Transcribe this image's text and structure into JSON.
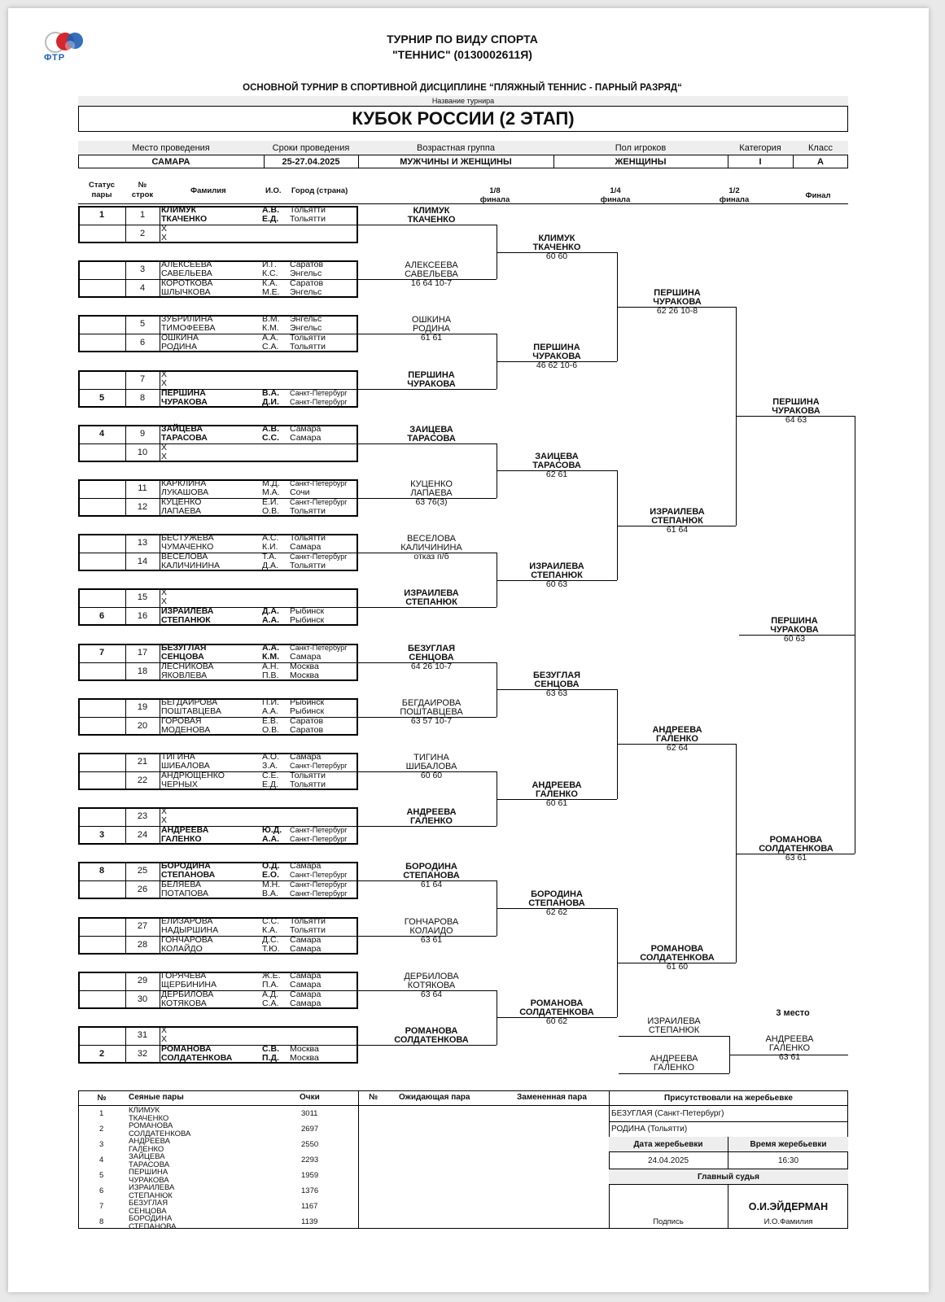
{
  "header": {
    "logo_text": "ФТР",
    "title_line1": "ТУРНИР ПО ВИДУ СПОРТА",
    "title_line2": "\"ТЕННИС\" (0130002611Я)",
    "subtitle": "ОСНОВНОЙ ТУРНИР В СПОРТИВНОЙ ДИСЦИПЛИНЕ “ПЛЯЖНЫЙ ТЕННИС - ПАРНЫЙ РАЗРЯД“",
    "tournament_caption": "Название турнира",
    "tournament_name": "КУБОК РОССИИ (2 ЭТАП)"
  },
  "info": {
    "labels": [
      "Место проведения",
      "Сроки проведения",
      "Возрастная группа",
      "Пол игроков",
      "Категория",
      "Класс"
    ],
    "values": [
      "САМАРА",
      "25-27.04.2025",
      "МУЖЧИНЫ И ЖЕНЩИНЫ",
      "ЖЕНЩИНЫ",
      "I",
      "A"
    ]
  },
  "columns": {
    "status": [
      "Статус",
      "пары"
    ],
    "num": [
      "№",
      "строк"
    ],
    "surname": "Фамилия",
    "io": "И.О.",
    "city": "Город (страна)",
    "r16": [
      "1/8",
      "финала"
    ],
    "qf": [
      "1/4",
      "финала"
    ],
    "sf": [
      "1/2",
      "финала"
    ],
    "final": "Финал"
  },
  "slots": [
    {
      "seed": "1",
      "line": "1",
      "p1": "КЛИМУК",
      "p2": "ТКАЧЕНКО",
      "i1": "А.В.",
      "i2": "Е.Д.",
      "c1": "Тольятти",
      "c2": "Тольятти"
    },
    {
      "seed": "",
      "line": "2",
      "p1": "X",
      "p2": "X",
      "i1": "",
      "i2": "",
      "c1": "",
      "c2": ""
    },
    {
      "seed": "",
      "line": "3",
      "p1": "АЛЕКСЕЕВА",
      "p2": "САВЕЛЬЕВА",
      "i1": "И.Г.",
      "i2": "К.С.",
      "c1": "Саратов",
      "c2": "Энгельс"
    },
    {
      "seed": "",
      "line": "4",
      "p1": "КОРОТКОВА",
      "p2": "ШЛЫЧКОВА",
      "i1": "К.А.",
      "i2": "М.Е.",
      "c1": "Саратов",
      "c2": "Энгельс"
    },
    {
      "seed": "",
      "line": "5",
      "p1": "ЗУБРИЛИНА",
      "p2": "ТИМОФЕЕВА",
      "i1": "В.М.",
      "i2": "К.М.",
      "c1": "Энгельс",
      "c2": "Энгельс"
    },
    {
      "seed": "",
      "line": "6",
      "p1": "ОШКИНА",
      "p2": "РОДИНА",
      "i1": "А.А.",
      "i2": "С.А.",
      "c1": "Тольятти",
      "c2": "Тольятти"
    },
    {
      "seed": "",
      "line": "7",
      "p1": "X",
      "p2": "X",
      "i1": "",
      "i2": "",
      "c1": "",
      "c2": ""
    },
    {
      "seed": "5",
      "line": "8",
      "p1": "ПЕРШИНА",
      "p2": "ЧУРАКОВА",
      "i1": "В.А.",
      "i2": "Д.И.",
      "c1": "Санкт-Петербург",
      "c2": "Санкт-Петербург"
    },
    {
      "seed": "4",
      "line": "9",
      "p1": "ЗАЙЦЕВА",
      "p2": "ТАРАСОВА",
      "i1": "А.В.",
      "i2": "С.С.",
      "c1": "Самара",
      "c2": "Самара"
    },
    {
      "seed": "",
      "line": "10",
      "p1": "X",
      "p2": "X",
      "i1": "",
      "i2": "",
      "c1": "",
      "c2": ""
    },
    {
      "seed": "",
      "line": "11",
      "p1": "КАРКЛИНА",
      "p2": "ЛУКАШОВА",
      "i1": "М.Д.",
      "i2": "М.А.",
      "c1": "Санкт-Петербург",
      "c2": "Сочи"
    },
    {
      "seed": "",
      "line": "12",
      "p1": "КУЦЕНКО",
      "p2": "ЛАПАЕВА",
      "i1": "Е.И.",
      "i2": "О.В.",
      "c1": "Санкт-Петербург",
      "c2": "Тольятти"
    },
    {
      "seed": "",
      "line": "13",
      "p1": "БЕСТУЖЕВА",
      "p2": "ЧУМАЧЕНКО",
      "i1": "А.С.",
      "i2": "К.И.",
      "c1": "Тольятти",
      "c2": "Самара"
    },
    {
      "seed": "",
      "line": "14",
      "p1": "ВЕСЕЛОВА",
      "p2": "КАЛИЧИНИНА",
      "i1": "Т.А.",
      "i2": "Д.А.",
      "c1": "Санкт-Петербург",
      "c2": "Тольятти"
    },
    {
      "seed": "",
      "line": "15",
      "p1": "X",
      "p2": "X",
      "i1": "",
      "i2": "",
      "c1": "",
      "c2": ""
    },
    {
      "seed": "6",
      "line": "16",
      "p1": "ИЗРАИЛЕВА",
      "p2": "СТЕПАНЮК",
      "i1": "Д.А.",
      "i2": "А.А.",
      "c1": "Рыбинск",
      "c2": "Рыбинск"
    },
    {
      "seed": "7",
      "line": "17",
      "p1": "БЕЗУГЛАЯ",
      "p2": "СЕНЦОВА",
      "i1": "А.А.",
      "i2": "К.М.",
      "c1": "Санкт-Петербург",
      "c2": "Самара"
    },
    {
      "seed": "",
      "line": "18",
      "p1": "ЛЕСНИКОВА",
      "p2": "ЯКОВЛЕВА",
      "i1": "А.Н.",
      "i2": "П.В.",
      "c1": "Москва",
      "c2": "Москва"
    },
    {
      "seed": "",
      "line": "19",
      "p1": "БЕГДАИРОВА",
      "p2": "ПОШТАВЦЕВА",
      "i1": "П.И.",
      "i2": "А.А.",
      "c1": "Рыбинск",
      "c2": "Рыбинск"
    },
    {
      "seed": "",
      "line": "20",
      "p1": "ГОРОВАЯ",
      "p2": "МОДЕНОВА",
      "i1": "Е.В.",
      "i2": "О.В.",
      "c1": "Саратов",
      "c2": "Саратов"
    },
    {
      "seed": "",
      "line": "21",
      "p1": "ТИГИНА",
      "p2": "ШИБАЛОВА",
      "i1": "А.О.",
      "i2": "З.А.",
      "c1": "Самара",
      "c2": "Санкт-Петербург"
    },
    {
      "seed": "",
      "line": "22",
      "p1": "АНДРЮЩЕНКО",
      "p2": "ЧЕРНЫХ",
      "i1": "С.Е.",
      "i2": "Е.Д.",
      "c1": "Тольятти",
      "c2": "Тольятти"
    },
    {
      "seed": "",
      "line": "23",
      "p1": "X",
      "p2": "X",
      "i1": "",
      "i2": "",
      "c1": "",
      "c2": ""
    },
    {
      "seed": "3",
      "line": "24",
      "p1": "АНДРЕЕВА",
      "p2": "ГАЛЕНКО",
      "i1": "Ю.Д.",
      "i2": "А.А.",
      "c1": "Санкт-Петербург",
      "c2": "Санкт-Петербург"
    },
    {
      "seed": "8",
      "line": "25",
      "p1": "БОРОДИНА",
      "p2": "СТЕПАНОВА",
      "i1": "О.Д.",
      "i2": "Е.О.",
      "c1": "Самара",
      "c2": "Санкт-Петербург"
    },
    {
      "seed": "",
      "line": "26",
      "p1": "БЕЛЯЕВА",
      "p2": "ПОТАПОВА",
      "i1": "М.Н.",
      "i2": "В.А.",
      "c1": "Санкт-Петербург",
      "c2": "Санкт-Петербург"
    },
    {
      "seed": "",
      "line": "27",
      "p1": "ЕЛИЗАРОВА",
      "p2": "НАДЫРШИНА",
      "i1": "С.С.",
      "i2": "К.А.",
      "c1": "Тольятти",
      "c2": "Тольятти"
    },
    {
      "seed": "",
      "line": "28",
      "p1": "ГОНЧАРОВА",
      "p2": "КОЛАЙДО",
      "i1": "Д.С.",
      "i2": "Т.Ю.",
      "c1": "Самара",
      "c2": "Самара"
    },
    {
      "seed": "",
      "line": "29",
      "p1": "ГОРЯЧЕВА",
      "p2": "ЩЕРБИНИНА",
      "i1": "Ж.Е.",
      "i2": "П.А.",
      "c1": "Самара",
      "c2": "Самара"
    },
    {
      "seed": "",
      "line": "30",
      "p1": "ДЕРБИЛОВА",
      "p2": "КОТЯКОВА",
      "i1": "А.Д.",
      "i2": "С.А.",
      "c1": "Самара",
      "c2": "Самара"
    },
    {
      "seed": "",
      "line": "31",
      "p1": "X",
      "p2": "X",
      "i1": "",
      "i2": "",
      "c1": "",
      "c2": ""
    },
    {
      "seed": "2",
      "line": "32",
      "p1": "РОМАНОВА",
      "p2": "СОЛДАТЕНКОВА",
      "i1": "С.В.",
      "i2": "П.Д.",
      "c1": "Москва",
      "c2": "Москва"
    }
  ],
  "r16": [
    {
      "n1": "КЛИМУК",
      "n2": "ТКАЧЕНКО",
      "score": "",
      "bold": true
    },
    {
      "n1": "АЛЕКСЕЕВА",
      "n2": "САВЕЛЬЕВА",
      "score": "16 64 10-7",
      "bold": false
    },
    {
      "n1": "ОШКИНА",
      "n2": "РОДИНА",
      "score": "61 61",
      "bold": false
    },
    {
      "n1": "ПЕРШИНА",
      "n2": "ЧУРАКОВА",
      "score": "",
      "bold": true
    },
    {
      "n1": "ЗАИЦЕВА",
      "n2": "ТАРАСОВА",
      "score": "",
      "bold": true
    },
    {
      "n1": "КУЦЕНКО",
      "n2": "ЛАПАЕВА",
      "score": "63 76(3)",
      "bold": false
    },
    {
      "n1": "ВЕСЕЛОВА",
      "n2": "КАЛИЧИНИНА",
      "score": "отказ п/б",
      "bold": false
    },
    {
      "n1": "ИЗРАИЛЕВА",
      "n2": "СТЕПАНЮК",
      "score": "",
      "bold": true
    },
    {
      "n1": "БЕЗУГЛАЯ",
      "n2": "СЕНЦОВА",
      "score": "64 26 10-7",
      "bold": true
    },
    {
      "n1": "БЕГДАИРОВА",
      "n2": "ПОШТАВЦЕВА",
      "score": "63 57 10-7",
      "bold": false
    },
    {
      "n1": "ТИГИНА",
      "n2": "ШИБАЛОВА",
      "score": "60 60",
      "bold": false
    },
    {
      "n1": "АНДРЕЕВА",
      "n2": "ГАЛЕНКО",
      "score": "",
      "bold": true
    },
    {
      "n1": "БОРОДИНА",
      "n2": "СТЕПАНОВА",
      "score": "61 64",
      "bold": true
    },
    {
      "n1": "ГОНЧАРОВА",
      "n2": "КОЛАИДО",
      "score": "63 61",
      "bold": false
    },
    {
      "n1": "ДЕРБИЛОВА",
      "n2": "КОТЯКОВА",
      "score": "63 64",
      "bold": false
    },
    {
      "n1": "РОМАНОВА",
      "n2": "СОЛДАТЕНКОВА",
      "score": "",
      "bold": true
    }
  ],
  "qf": [
    {
      "n1": "КЛИМУК",
      "n2": "ТКАЧЕНКО",
      "score": "60 60"
    },
    {
      "n1": "ПЕРШИНА",
      "n2": "ЧУРАКОВА",
      "score": "46 62 10-6"
    },
    {
      "n1": "ЗАИЦЕВА",
      "n2": "ТАРАСОВА",
      "score": "62 61"
    },
    {
      "n1": "ИЗРАИЛЕВА",
      "n2": "СТЕПАНЮК",
      "score": "60 63"
    },
    {
      "n1": "БЕЗУГЛАЯ",
      "n2": "СЕНЦОВА",
      "score": "63 63"
    },
    {
      "n1": "АНДРЕЕВА",
      "n2": "ГАЛЕНКО",
      "score": "60 61"
    },
    {
      "n1": "БОРОДИНА",
      "n2": "СТЕПАНОВА",
      "score": "62 62"
    },
    {
      "n1": "РОМАНОВА",
      "n2": "СОЛДАТЕНКОВА",
      "score": "60 62"
    }
  ],
  "sf": [
    {
      "n1": "ПЕРШИНА",
      "n2": "ЧУРАКОВА",
      "score": "62 26 10-8"
    },
    {
      "n1": "ИЗРАИЛЕВА",
      "n2": "СТЕПАНЮК",
      "score": "61 64"
    },
    {
      "n1": "АНДРЕЕВА",
      "n2": "ГАЛЕНКО",
      "score": "62 64"
    },
    {
      "n1": "РОМАНОВА",
      "n2": "СОЛДАТЕНКОВА",
      "score": "61 60"
    }
  ],
  "fin": [
    {
      "n1": "ПЕРШИНА",
      "n2": "ЧУРАКОВА",
      "score": "64 63"
    },
    {
      "n1": "РОМАНОВА",
      "n2": "СОЛДАТЕНКОВА",
      "score": "63 61"
    }
  ],
  "champion": {
    "n1": "ПЕРШИНА",
    "n2": "ЧУРАКОВА",
    "score": "60 63"
  },
  "third": {
    "title": "3 место",
    "a1": "ИЗРАИЛЕВА",
    "a2": "СТЕПАНЮК",
    "b1": "АНДРЕЕВА",
    "b2": "ГАЛЕНКО",
    "w1": "АНДРЕЕВА",
    "w2": "ГАЛЕНКО",
    "score": "63 61"
  },
  "seeds_table": {
    "headers": [
      "№",
      "Сеяные пары",
      "Очки",
      "№",
      "Ожидающая пара",
      "Замененная пара"
    ],
    "rows": [
      {
        "n": "1",
        "p1": "КЛИМУК",
        "p2": "ТКАЧЕНКО",
        "pts": "3011"
      },
      {
        "n": "2",
        "p1": "РОМАНОВА",
        "p2": "СОЛДАТЕНКОВА",
        "pts": "2697"
      },
      {
        "n": "3",
        "p1": "АНДРЕЕВА",
        "p2": "ГАЛЕНКО",
        "pts": "2550"
      },
      {
        "n": "4",
        "p1": "ЗАЙЦЕВА",
        "p2": "ТАРАСОВА",
        "pts": "2293"
      },
      {
        "n": "5",
        "p1": "ПЕРШИНА",
        "p2": "ЧУРАКОВА",
        "pts": "1959"
      },
      {
        "n": "6",
        "p1": "ИЗРАИЛЕВА",
        "p2": "СТЕПАНЮК",
        "pts": "1376"
      },
      {
        "n": "7",
        "p1": "БЕЗУГЛАЯ",
        "p2": "СЕНЦОВА",
        "pts": "1167"
      },
      {
        "n": "8",
        "p1": "БОРОДИНА",
        "p2": "СТЕПАНОВА",
        "pts": "1139"
      }
    ]
  },
  "draw": {
    "present_title": "Присутствовали на жеребьевке",
    "present": [
      "БЕЗУГЛАЯ (Санкт-Петербург)",
      "РОДИНА (Тольятти)"
    ],
    "date_label": "Дата жеребьевки",
    "time_label": "Время жеребьевки",
    "date": "24.04.2025",
    "time": "16:30",
    "judge_title": "Главный судья",
    "judge_name": "О.И.ЭЙДЕРМАН",
    "sign_label": "Подпись",
    "fio_label": "И.О.Фамилия"
  },
  "colors": {
    "logo_red": "#d6262e",
    "logo_blue": "#1d5fb3",
    "header_fill": "#eeeeee"
  }
}
